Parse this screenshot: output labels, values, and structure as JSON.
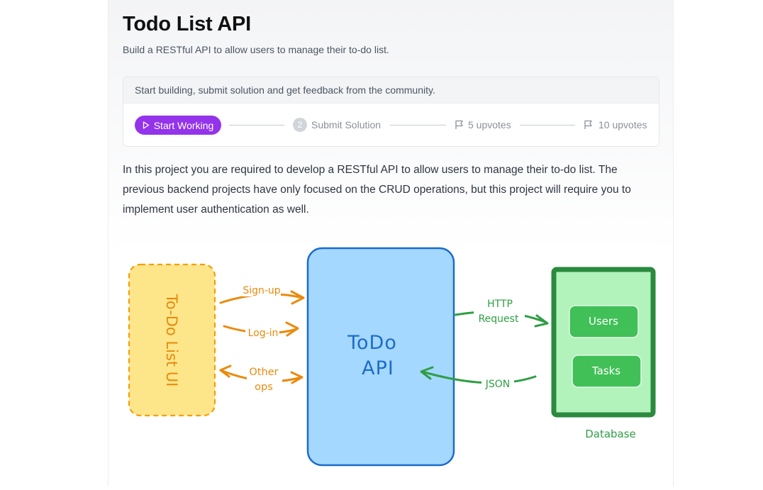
{
  "project": {
    "title": "Todo List API",
    "subtitle": "Build a RESTful API to allow users to manage their to-do list."
  },
  "card": {
    "header": "Start building, submit solution and get feedback from the community.",
    "start_button": "Start Working",
    "step_number": "2",
    "submit_label": "Submit Solution",
    "upvotes_a": "5 upvotes",
    "upvotes_b": "10 upvotes"
  },
  "description": "In this project you are required to develop a RESTful API to allow users to manage their to-do list. The previous backend projects have only focused on the CRUD operations, but this project will require you to implement user authentication as well.",
  "diagram": {
    "ui_label": "To-Do List UI",
    "api_label_1": "ToDo",
    "api_label_2": "API",
    "signup": "Sign-up",
    "login": "Log-in",
    "other_1": "Other",
    "other_2": "ops",
    "http_1": "HTTP",
    "http_2": "Request",
    "json": "JSON",
    "users": "Users",
    "tasks": "Tasks",
    "database": "Database",
    "colors": {
      "ui_fill": "#fde68a",
      "ui_stroke": "#f59e0b",
      "orange": "#ea8a0c",
      "api_fill": "#a7d8ff",
      "api_stroke": "#1e6bc7",
      "green": "#2f9e44",
      "db_fill": "#b2f2bb",
      "box_fill": "#40c057"
    }
  }
}
